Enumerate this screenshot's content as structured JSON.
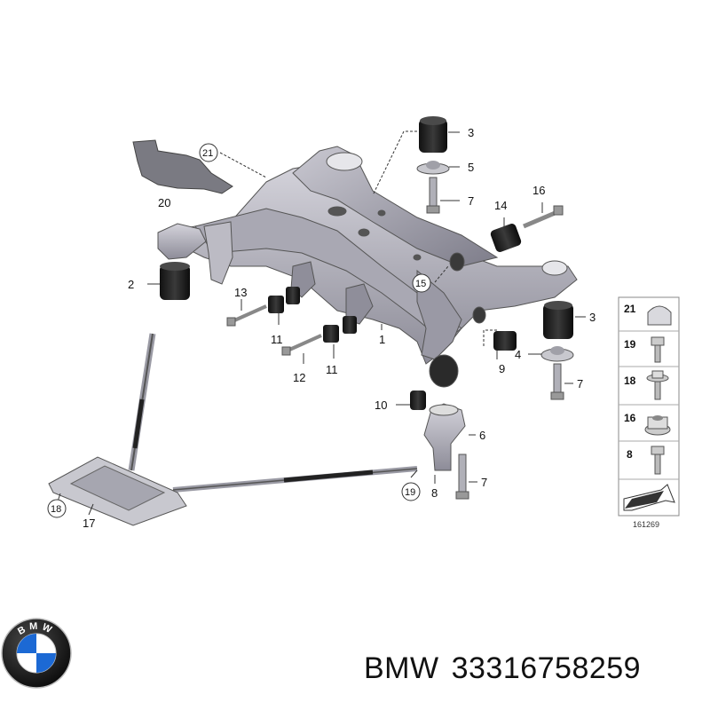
{
  "diagram": {
    "reference_number": "161269",
    "callouts": [
      "1",
      "2",
      "3",
      "4",
      "5",
      "6",
      "7",
      "8",
      "9",
      "10",
      "11",
      "12",
      "13",
      "14",
      "15",
      "16",
      "17",
      "18",
      "19",
      "20",
      "21"
    ],
    "circled_callouts": [
      "21",
      "15",
      "18",
      "19"
    ],
    "legend": [
      "21",
      "19",
      "18",
      "16",
      "8"
    ]
  },
  "brand": {
    "logo_letters": "BMW",
    "name": "BMW",
    "part_number": "33316758259"
  }
}
